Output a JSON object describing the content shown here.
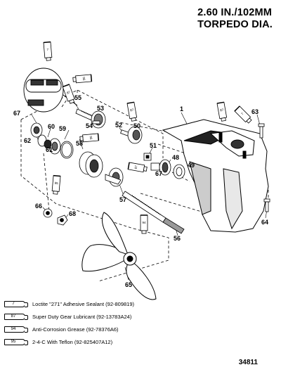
{
  "title": {
    "line1": "2.60 IN./102MM",
    "line2": "TORPEDO DIA."
  },
  "part_labels": {
    "p1": "1",
    "p48": "48",
    "p49": "49",
    "p50": "50",
    "p51": "51",
    "p52": "52",
    "p53": "53",
    "p54": "54",
    "p55": "55",
    "p56": "56",
    "p57": "57",
    "p58": "58",
    "p59": "59",
    "p60": "60",
    "p61": "61",
    "p62": "62",
    "p63": "63",
    "p64": "64",
    "p65": "65",
    "p66": "66",
    "p67a": "67",
    "p67b": "67",
    "p68": "68"
  },
  "tube_tags": {
    "t1": "7",
    "t2": "95",
    "t3": "87",
    "t4": "87",
    "t5": "95",
    "t6": "87",
    "t7": "7",
    "t8": "87",
    "t9": "95",
    "t10": "94"
  },
  "legend": [
    {
      "code": "7",
      "text": "Loctite \"271\" Adhesive Sealant (92-809819)"
    },
    {
      "code": "87",
      "text": "Super Duty Gear Lubricant (92-13783A24)"
    },
    {
      "code": "94",
      "text": "Anti-Corrosion Grease (92-78376A6)"
    },
    {
      "code": "95",
      "text": "2-4-C With Teflon (92-825407A12)"
    }
  ],
  "doc_number": "34811"
}
